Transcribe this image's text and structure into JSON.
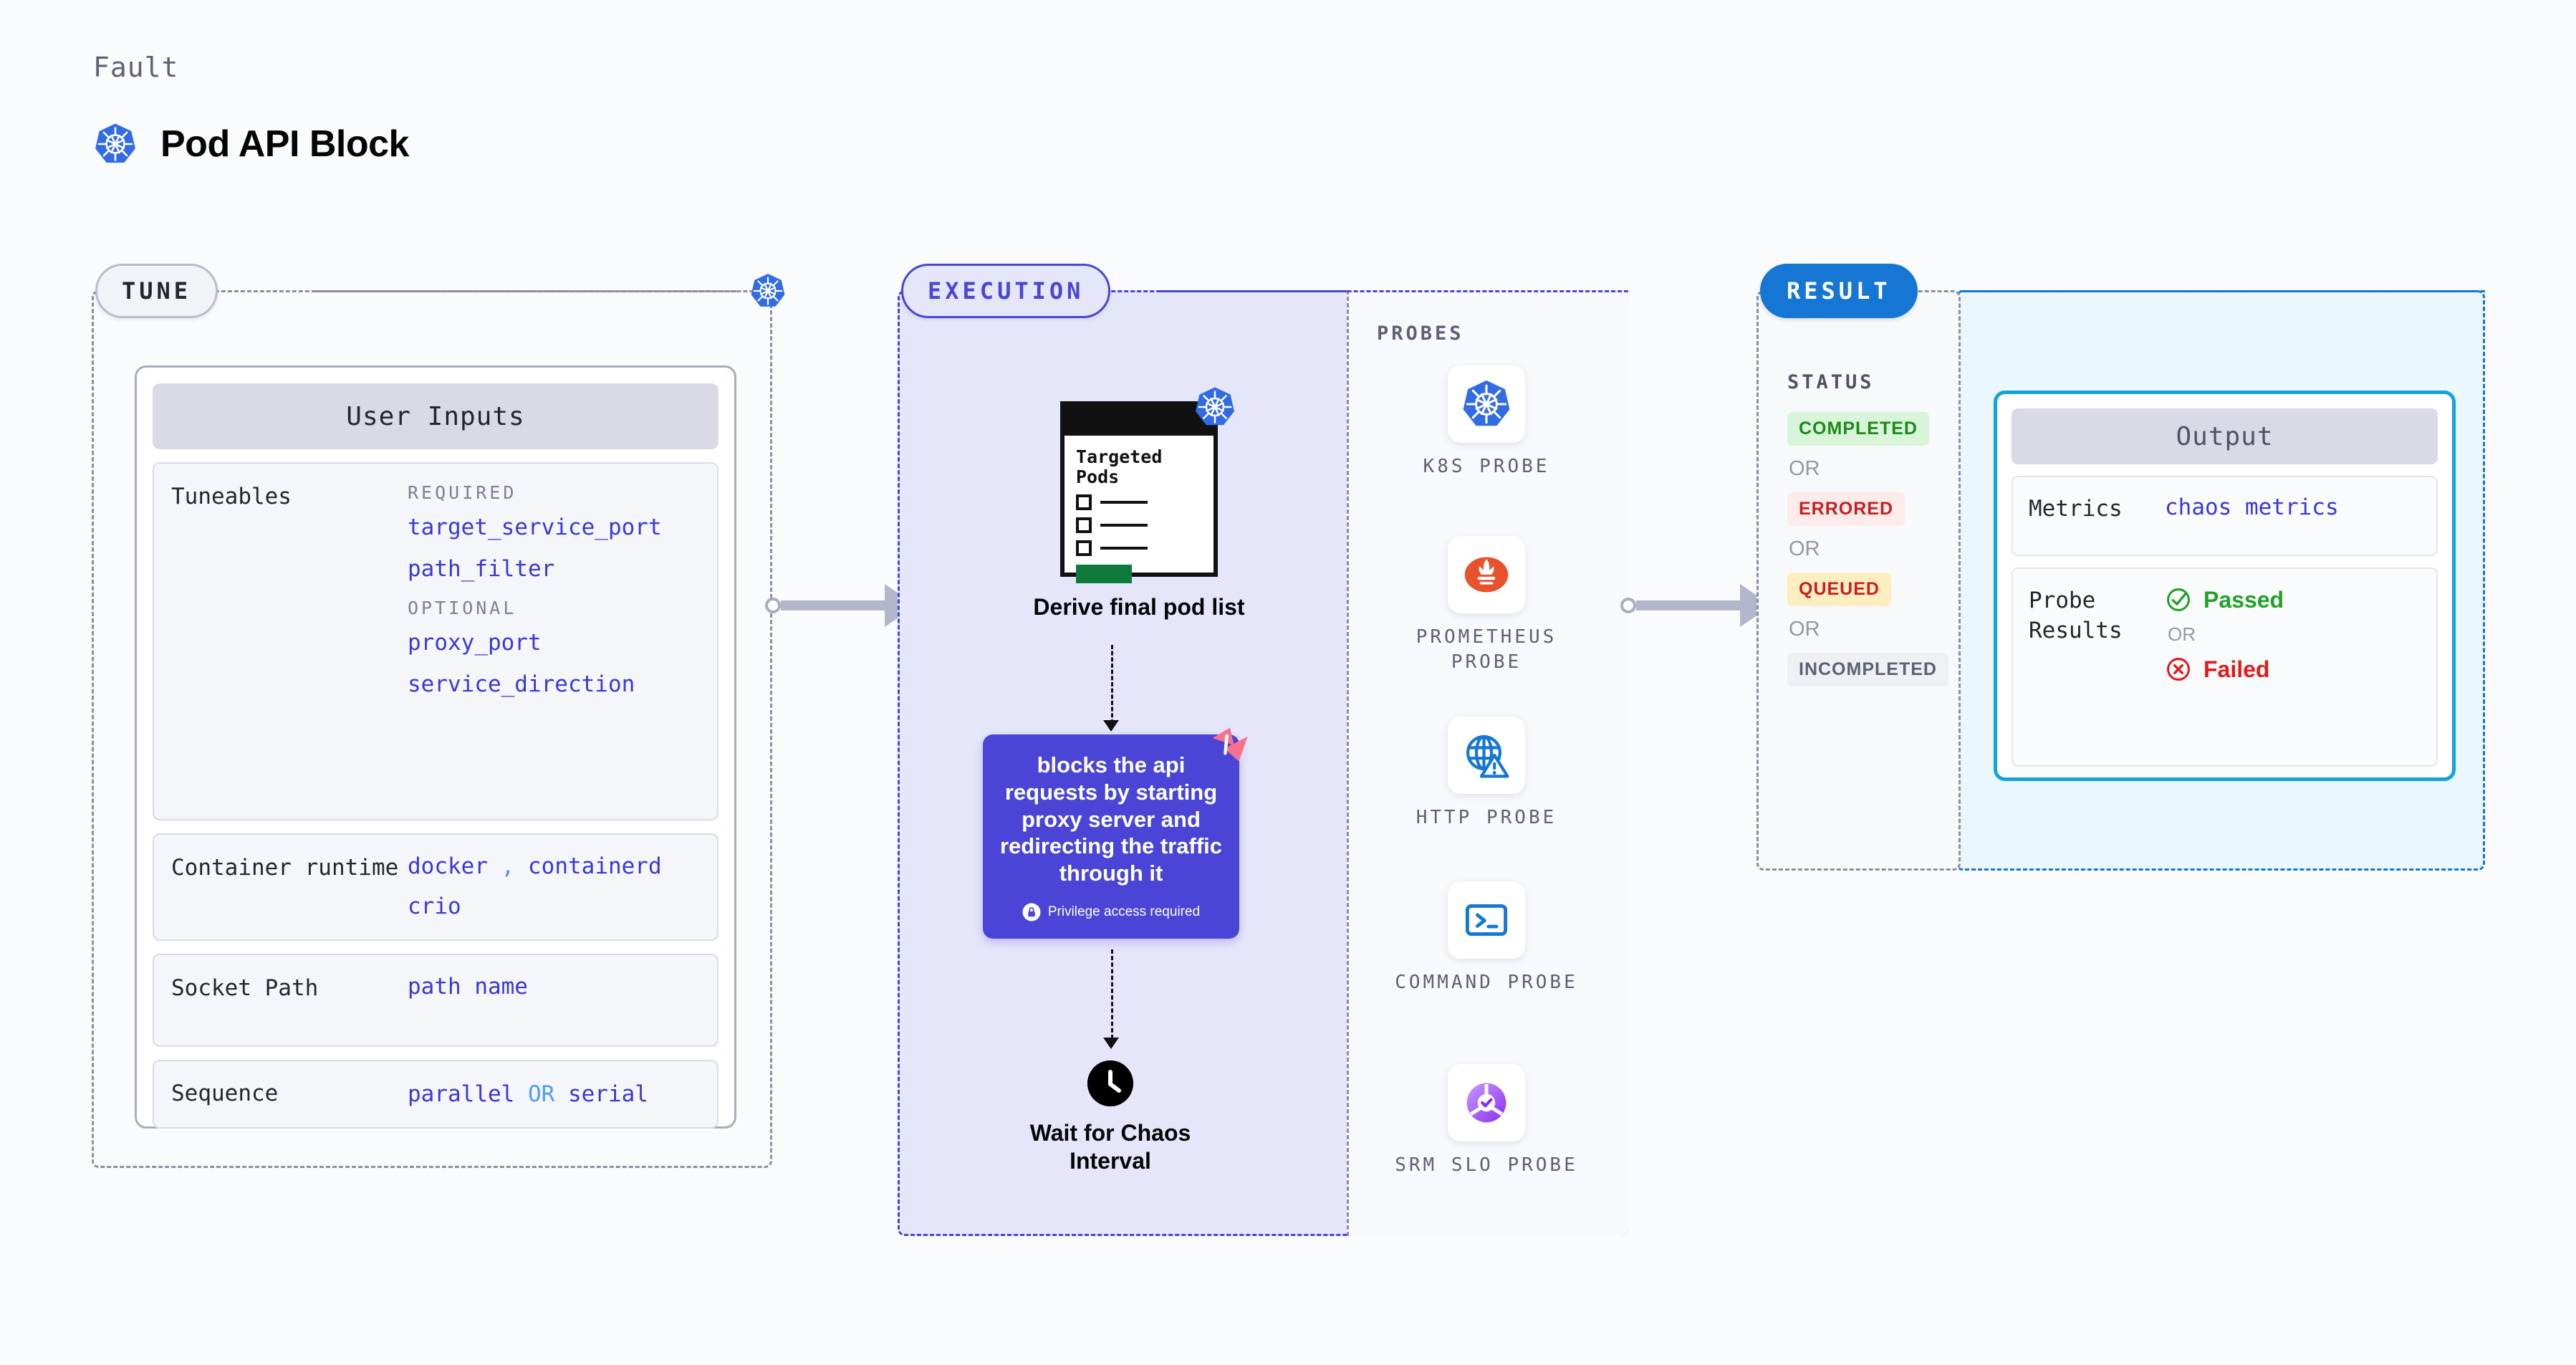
{
  "header": {
    "fault_label": "Fault",
    "title": "Pod API Block",
    "icon": "kubernetes-icon"
  },
  "tune": {
    "pill_label": "TUNE",
    "badge_icon": "kubernetes-icon",
    "card_title": "User Inputs",
    "rows": [
      {
        "label": "Tuneables",
        "groups": [
          {
            "tag": "REQUIRED",
            "values": [
              "target_service_port",
              "path_filter"
            ]
          },
          {
            "tag": "OPTIONAL",
            "values": [
              "proxy_port",
              "service_direction"
            ]
          }
        ]
      },
      {
        "label": "Container runtime",
        "values_line1_a": "docker",
        "values_line1_sep": ",",
        "values_line1_b": "containerd",
        "values_line2": "crio"
      },
      {
        "label": "Socket Path",
        "value": "path name"
      },
      {
        "label": "Sequence",
        "value_a": "parallel",
        "value_or": "OR",
        "value_b": "serial"
      }
    ]
  },
  "execution": {
    "pill_label": "EXECUTION",
    "derive": {
      "card_title": "Targeted Pods",
      "badge_icon": "kubernetes-icon",
      "label": "Derive final pod list"
    },
    "action": {
      "text": "blocks the api requests by starting proxy server and redirecting the traffic through it",
      "privilege_note": "Privilege access required",
      "privilege_icon": "lock-icon",
      "corner_icon": "litmus-logo-icon"
    },
    "wait": {
      "icon": "clock-icon",
      "label": "Wait for Chaos Interval"
    }
  },
  "probes": {
    "title": "PROBES",
    "items": [
      {
        "label": "K8S PROBE",
        "icon": "kubernetes-icon"
      },
      {
        "label": "PROMETHEUS PROBE",
        "icon": "prometheus-icon"
      },
      {
        "label": "HTTP PROBE",
        "icon": "globe-warning-icon"
      },
      {
        "label": "COMMAND PROBE",
        "icon": "terminal-icon"
      },
      {
        "label": "SRM SLO PROBE",
        "icon": "srm-slo-icon"
      }
    ]
  },
  "result": {
    "pill_label": "RESULT",
    "status_title": "STATUS",
    "or_label": "OR",
    "statuses": [
      {
        "label": "COMPLETED",
        "bg": "#d9f5d9",
        "color": "#1a8a1a"
      },
      {
        "label": "ERRORED",
        "bg": "#fdeaea",
        "color": "#c51f1f"
      },
      {
        "label": "QUEUED",
        "bg": "#fdeec2",
        "color": "#c51f1f"
      },
      {
        "label": "INCOMPLETED",
        "bg": "#eef0f4",
        "color": "#5c6274"
      }
    ],
    "output": {
      "title": "Output",
      "metrics_label": "Metrics",
      "metrics_value": "chaos metrics",
      "probe_results_label": "Probe Results",
      "passed_label": "Passed",
      "passed_icon": "check-circle-icon",
      "passed_color": "#23a127",
      "failed_label": "Failed",
      "failed_icon": "x-circle-icon",
      "failed_color": "#e01b1b",
      "or_label": "OR"
    }
  },
  "colors": {
    "accent_purple": "#4a45d6",
    "accent_blue": "#1576d4",
    "cyan_border": "#12a3dd",
    "k8s_blue": "#326ce5",
    "litmus_pink": "#f9708f"
  }
}
